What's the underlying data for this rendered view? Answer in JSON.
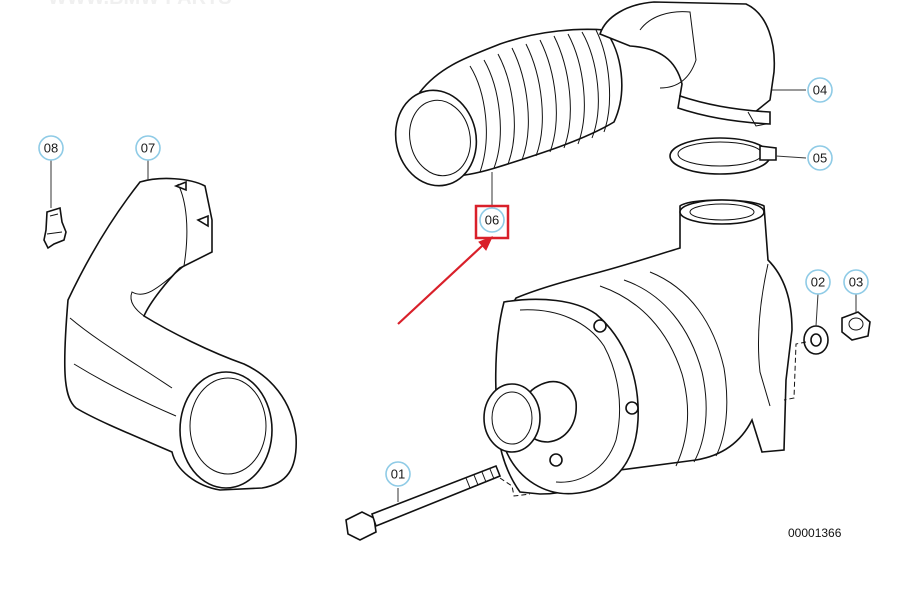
{
  "watermark": "WWW.BMW-PARTS",
  "diagram_code": "00001366",
  "colors": {
    "callout_ring": "#8fcbe6",
    "highlight": "#d9202a",
    "line": "#111111"
  },
  "callouts": [
    {
      "id": "01",
      "label": "01"
    },
    {
      "id": "02",
      "label": "02"
    },
    {
      "id": "03",
      "label": "03"
    },
    {
      "id": "04",
      "label": "04"
    },
    {
      "id": "05",
      "label": "05"
    },
    {
      "id": "06",
      "label": "06",
      "highlighted": true
    },
    {
      "id": "07",
      "label": "07"
    },
    {
      "id": "08",
      "label": "08"
    }
  ]
}
